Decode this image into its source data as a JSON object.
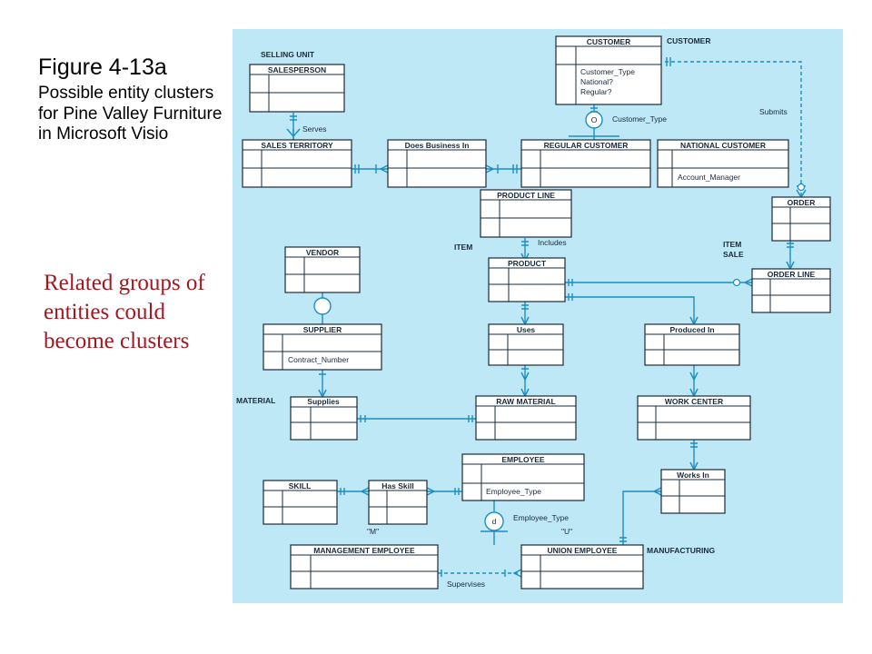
{
  "figure": {
    "title": "Figure 4-13a",
    "caption": "Possible entity clusters for Pine Valley Furniture in Microsoft Visio"
  },
  "note": "Related groups of entities could become clusters",
  "clusters": {
    "selling_unit": "SELLING UNIT",
    "customer": "CUSTOMER",
    "item": "ITEM",
    "item_sale": [
      "ITEM",
      "SALE"
    ],
    "material": "MATERIAL",
    "manufacturing": "MANUFACTURING"
  },
  "entities": {
    "customer": {
      "name": "CUSTOMER",
      "attrs": [
        "Customer_Type",
        "National?",
        "Regular?"
      ]
    },
    "salesperson": {
      "name": "SALESPERSON"
    },
    "sales_territory": {
      "name": "SALES TERRITORY"
    },
    "does_business_in": {
      "name": "Does Business In"
    },
    "regular_customer": {
      "name": "REGULAR CUSTOMER"
    },
    "national_customer": {
      "name": "NATIONAL CUSTOMER",
      "attrs": [
        "Account_Manager"
      ]
    },
    "product_line": {
      "name": "PRODUCT LINE"
    },
    "order": {
      "name": "ORDER"
    },
    "vendor": {
      "name": "VENDOR"
    },
    "product": {
      "name": "PRODUCT"
    },
    "order_line": {
      "name": "ORDER LINE"
    },
    "supplier": {
      "name": "SUPPLIER",
      "attrs": [
        "Contract_Number"
      ]
    },
    "uses": {
      "name": "Uses"
    },
    "produced_in": {
      "name": "Produced In"
    },
    "supplies": {
      "name": "Supplies"
    },
    "raw_material": {
      "name": "RAW MATERIAL"
    },
    "work_center": {
      "name": "WORK CENTER"
    },
    "skill": {
      "name": "SKILL"
    },
    "has_skill": {
      "name": "Has Skill"
    },
    "employee": {
      "name": "EMPLOYEE",
      "attrs": [
        "Employee_Type"
      ]
    },
    "works_in": {
      "name": "Works In"
    },
    "management_employee": {
      "name": "MANAGEMENT EMPLOYEE"
    },
    "union_employee": {
      "name": "UNION EMPLOYEE"
    }
  },
  "relationships": {
    "serves": "Serves",
    "submits": "Submits",
    "includes": "Includes",
    "supervises": "Supervises",
    "customer_type": "Customer_Type",
    "employee_type": "Employee_Type"
  },
  "subtype_symbols": {
    "customer": "O",
    "employee": "d"
  },
  "discriminators": {
    "management": "\"M\"",
    "union": "\"U\""
  },
  "colors": {
    "diagram_bg": "#bfe8f6",
    "line": "#1a2a3a",
    "connector": "#1a8ec4",
    "note_text": "#a01820"
  }
}
